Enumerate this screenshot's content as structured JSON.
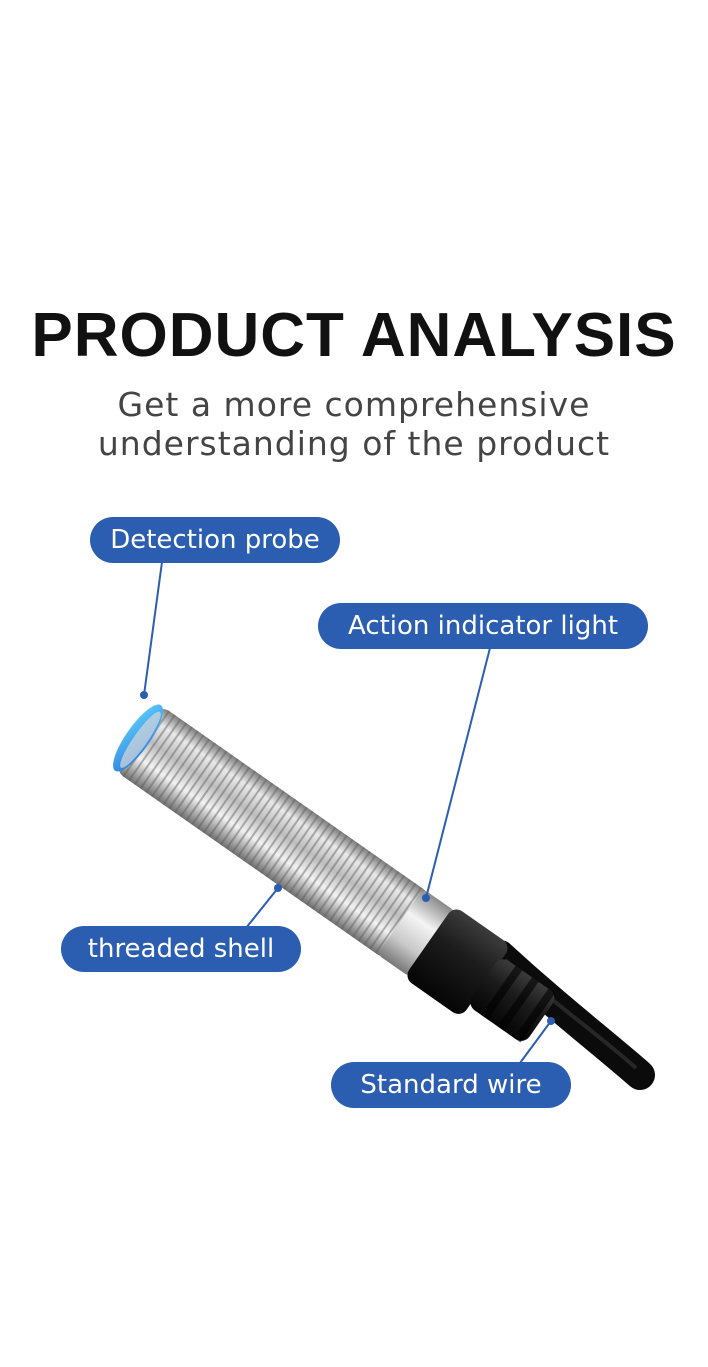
{
  "header": {
    "title": "PRODUCT ANALYSIS",
    "subtitle_line1": "Get a more comprehensive",
    "subtitle_line2": "understanding of the product"
  },
  "callouts": {
    "detection_probe": "Detection probe",
    "action_indicator_light": "Action indicator light",
    "threaded_shell": "threaded shell",
    "standard_wire": "Standard wire"
  },
  "colors": {
    "accent": "#2b5db0",
    "title": "#111111",
    "subtitle": "#444444"
  }
}
